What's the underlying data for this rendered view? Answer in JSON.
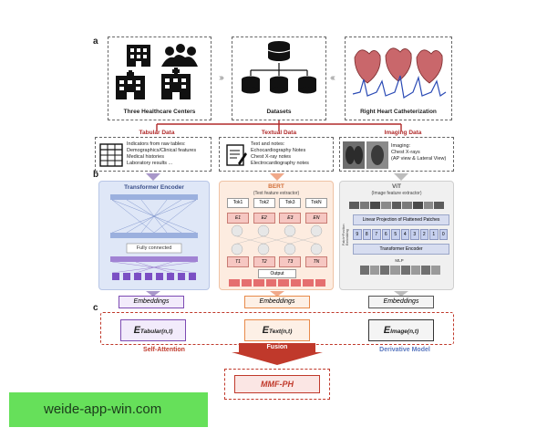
{
  "labels": {
    "a": "a",
    "b": "b",
    "c": "c"
  },
  "top": {
    "centers": "Three Healthcare Centers",
    "datasets": "Datasets",
    "rhc": "Right Heart Catheterization"
  },
  "tabular": {
    "header": "Tabular Data",
    "lines": [
      "Indicators from raw tables:",
      "Demographics/Clinical features",
      "Medical histories",
      "Laboratory results ..."
    ]
  },
  "textual": {
    "header": "Textual Data",
    "lines": [
      "Text and notes:",
      "Echocardiography Notes",
      "Chest X-ray notes",
      "Electrocardiography notes"
    ]
  },
  "imaging": {
    "header": "Imaging Data",
    "lines": [
      "Imaging:",
      "Chest X-rays",
      "(AP view & Lateral View)"
    ]
  },
  "encoder": {
    "title": "Transformer Encoder",
    "fc": "Fully connected"
  },
  "bert": {
    "title": "BERT",
    "subtitle": "(Text feature extractor)",
    "toks": [
      "Tok1",
      "Tok2",
      "Tok3",
      "TokN"
    ],
    "e": [
      "E1",
      "E2",
      "E3",
      "EN"
    ],
    "t": [
      "T1",
      "T2",
      "T3",
      "TN"
    ],
    "output": "Output"
  },
  "vit": {
    "title": "ViT",
    "subtitle": "(Image feature extractor)",
    "side": "Patch+Position Embedding",
    "linear": "Linear Projection of Flattened Patches",
    "nums": [
      "9",
      "8",
      "7",
      "6",
      "5",
      "4",
      "3",
      "2",
      "1",
      "0"
    ],
    "encoder": "Transformer Encoder",
    "mlp": "MLP"
  },
  "embeddings": [
    "Embeddings",
    "Embeddings",
    "Embeddings"
  ],
  "evars": {
    "tab_main": "E",
    "tab_sub": "Tabular(n,t)",
    "text_main": "E",
    "text_sub": "Text(n,t)",
    "img_main": "E",
    "img_sub": "Image(n,t)"
  },
  "self_attention": "Self-Attention",
  "derivative": "Derivative Model",
  "fusion": "Fusion",
  "result": "MMF-PH",
  "watermark": "weide-app-win.com",
  "colors": {
    "red": "#c0392b",
    "purple": "#7d4bb3",
    "orange": "#e88a4a",
    "gray": "#555555",
    "blue": "#5a78c0"
  }
}
